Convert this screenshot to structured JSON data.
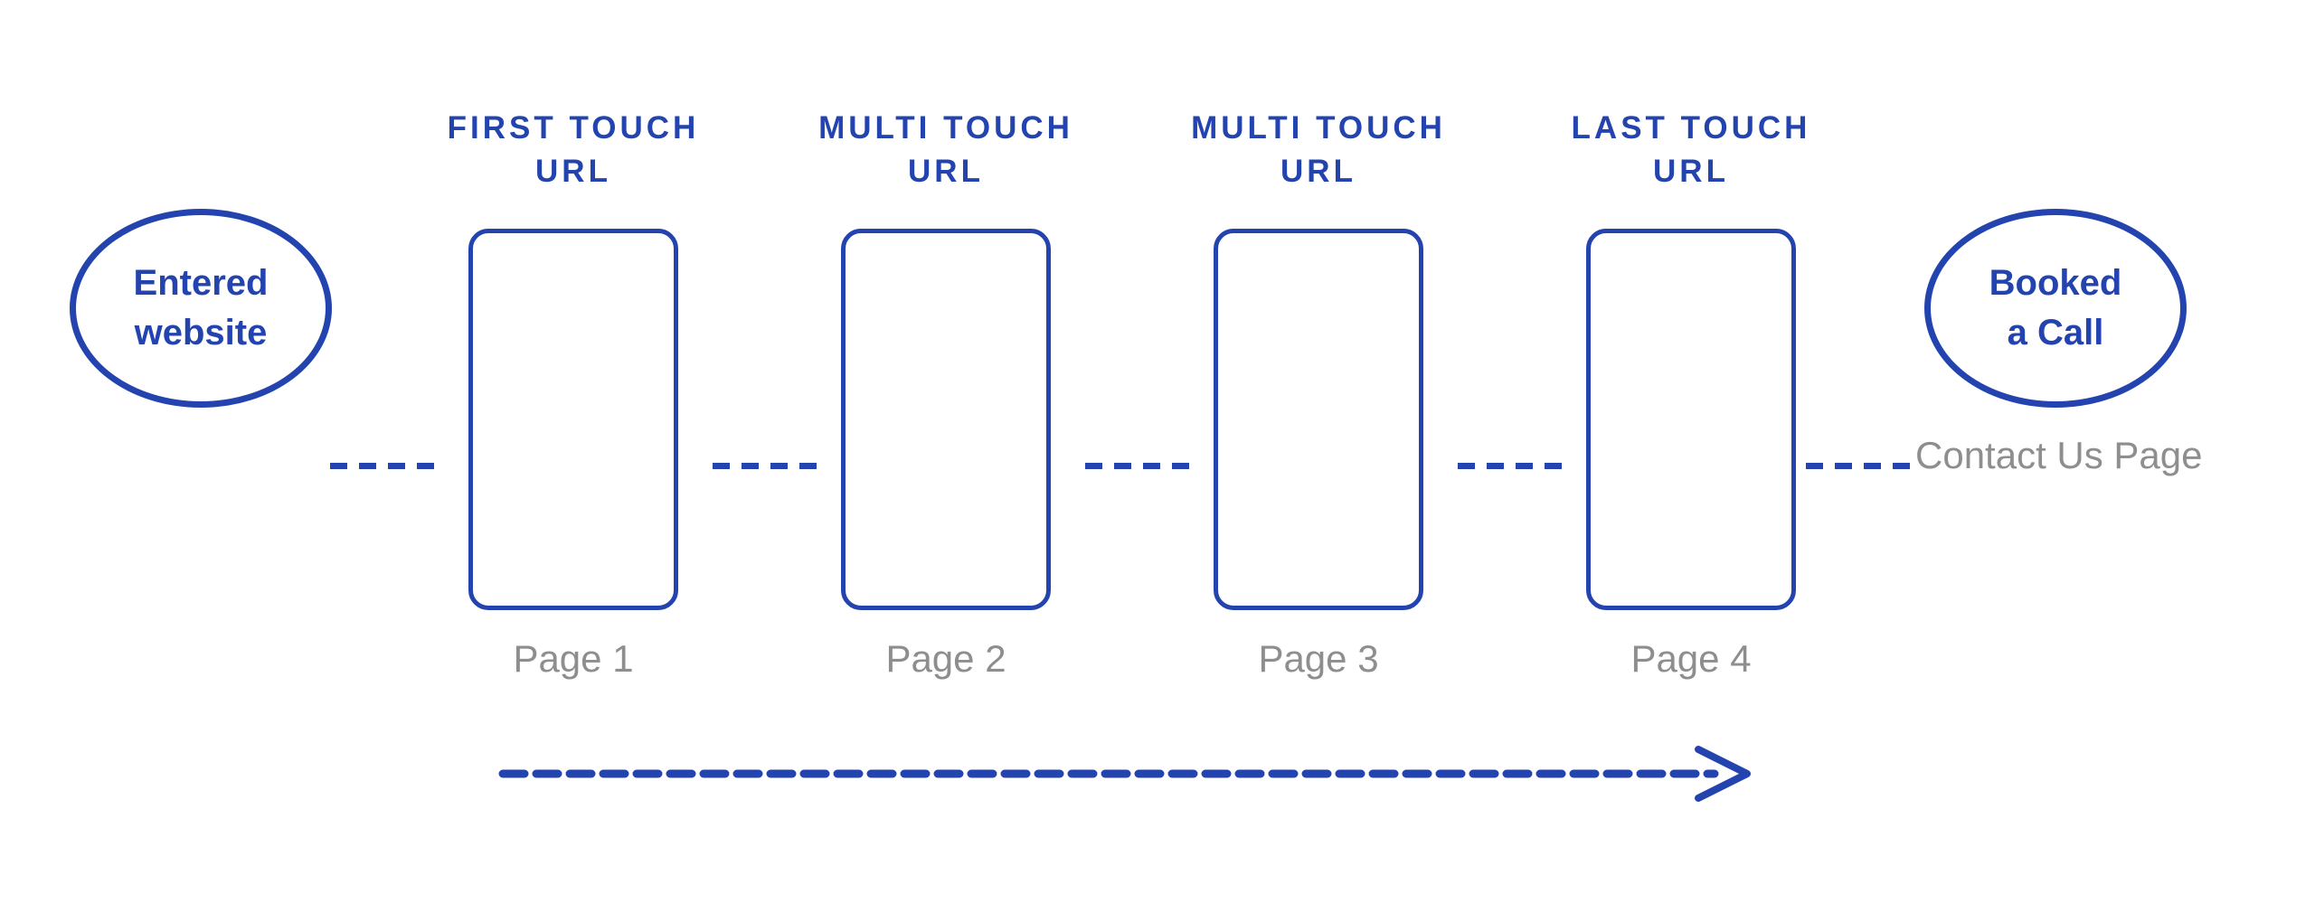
{
  "colors": {
    "primary": "#2343ae",
    "muted": "#8e8e8e",
    "background": "#ffffff"
  },
  "diagram": {
    "start_node": {
      "label": "Entered\nwebsite"
    },
    "stages": [
      {
        "header": "FIRST TOUCH\nURL",
        "page_label": "Page 1"
      },
      {
        "header": "MULTI TOUCH\nURL",
        "page_label": "Page 2"
      },
      {
        "header": "MULTI TOUCH\nURL",
        "page_label": "Page 3"
      },
      {
        "header": "LAST TOUCH\nURL",
        "page_label": "Page 4"
      }
    ],
    "end_node": {
      "label": "Booked\na Call"
    },
    "end_node_note": "Contact Us Page"
  }
}
